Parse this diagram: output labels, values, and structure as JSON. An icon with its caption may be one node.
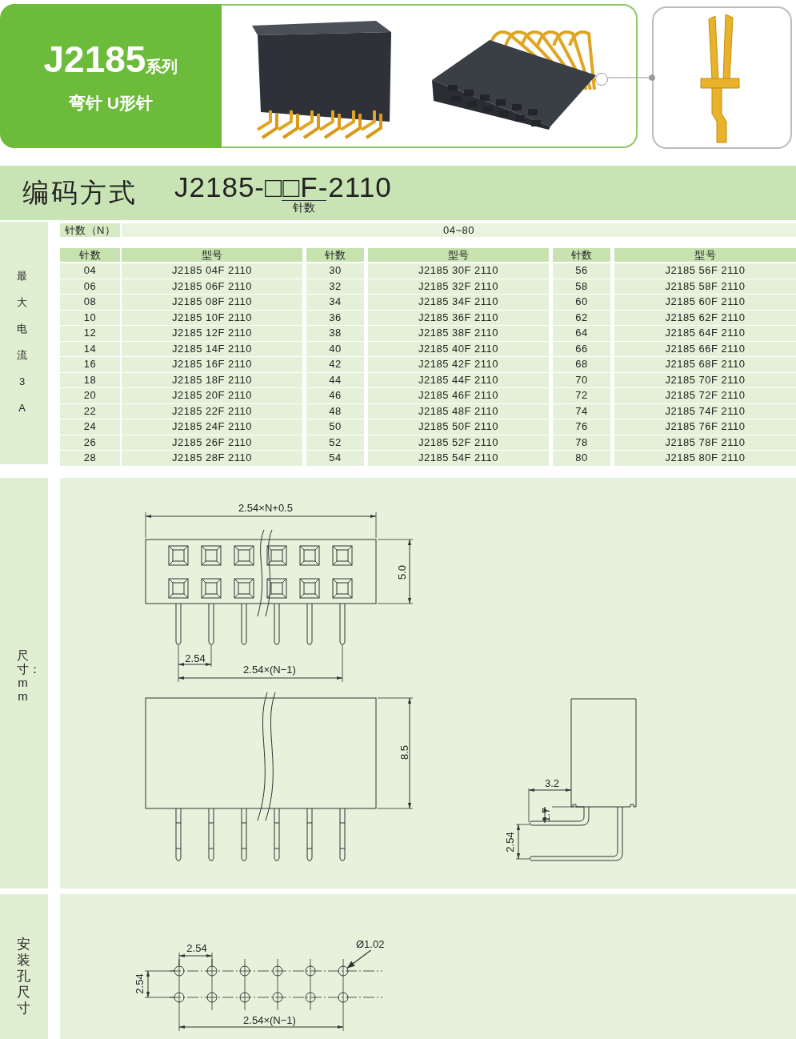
{
  "diagram": {
    "nodes": [
      {
        "text": [
          "J2185",
          "系列",
          "弯针 U形针"
        ]
      },
      {
        "text": [],
        "shape": "picture"
      },
      {
        "text": [],
        "shape": "picture"
      },
      {
        "text": [],
        "shape": "circle",
        "in": 1
      },
      {
        "text": [
          "Ø1.02"
        ]
      },
      {
        "text": [],
        "shape": "circle"
      }
    ],
    "edges": [
      {
        "from": 3,
        "to": 2,
        "arrow": "other",
        "color": "#9a9a9a"
      },
      {
        "from": 4,
        "to": 5,
        "arrow": "to",
        "color": "#333333"
      }
    ],
    "labels": [
      "编码方式",
      "J2185-□□F-2110",
      "针数",
      "针数（N）",
      "04~80",
      "最大电流3A",
      "针数",
      "型号",
      "针数",
      "型号",
      "针数",
      "型号",
      "04",
      "J2185 04F 2110",
      "30",
      "J2185 30F 2110",
      "56",
      "J2185 56F 2110",
      "06",
      "J2185 06F 2110",
      "32",
      "J2185 32F 2110",
      "58",
      "J2185 58F 2110",
      "08",
      "J2185 08F 2110",
      "34",
      "J2185 34F 2110",
      "60",
      "J2185 60F 2110",
      "10",
      "J2185 10F 2110",
      "36",
      "J2185 36F 2110",
      "62",
      "J2185 62F 2110",
      "12",
      "J2185 12F 2110",
      "38",
      "J2185 38F 2110",
      "64",
      "J2185 64F 2110",
      "14",
      "J2185 14F 2110",
      "40",
      "J2185 40F 2110",
      "66",
      "J2185 66F 2110",
      "16",
      "J2185 16F 2110",
      "42",
      "J2185 42F 2110",
      "68",
      "J2185 68F 2110",
      "18",
      "J2185 18F 2110",
      "44",
      "J2185 44F 2110",
      "70",
      "J2185 70F 2110",
      "20",
      "J2185 20F 2110",
      "46",
      "J2185 46F 2110",
      "72",
      "J2185 72F 2110",
      "22",
      "J2185 22F 2110",
      "48",
      "J2185 48F 2110",
      "74",
      "J2185 74F 2110",
      "24",
      "J2185 24F 2110",
      "50",
      "J2185 50F 2110",
      "76",
      "J2185 76F 2110",
      "26",
      "J2185 26F 2110",
      "52",
      "J2185 52F 2110",
      "78",
      "J2185 78F 2110",
      "28",
      "J2185 28F 2110",
      "54",
      "J2185 54F 2110",
      "80",
      "J2185 80F 2110",
      "尺寸：mm",
      "2.54×N+0.5",
      "5.0",
      "2.54",
      "2.54×(N−1)",
      "8.5",
      "3.2",
      "1.7",
      "2.54",
      "安装孔尺寸",
      "2.54",
      "2.54",
      "2.54×(N−1)"
    ]
  }
}
